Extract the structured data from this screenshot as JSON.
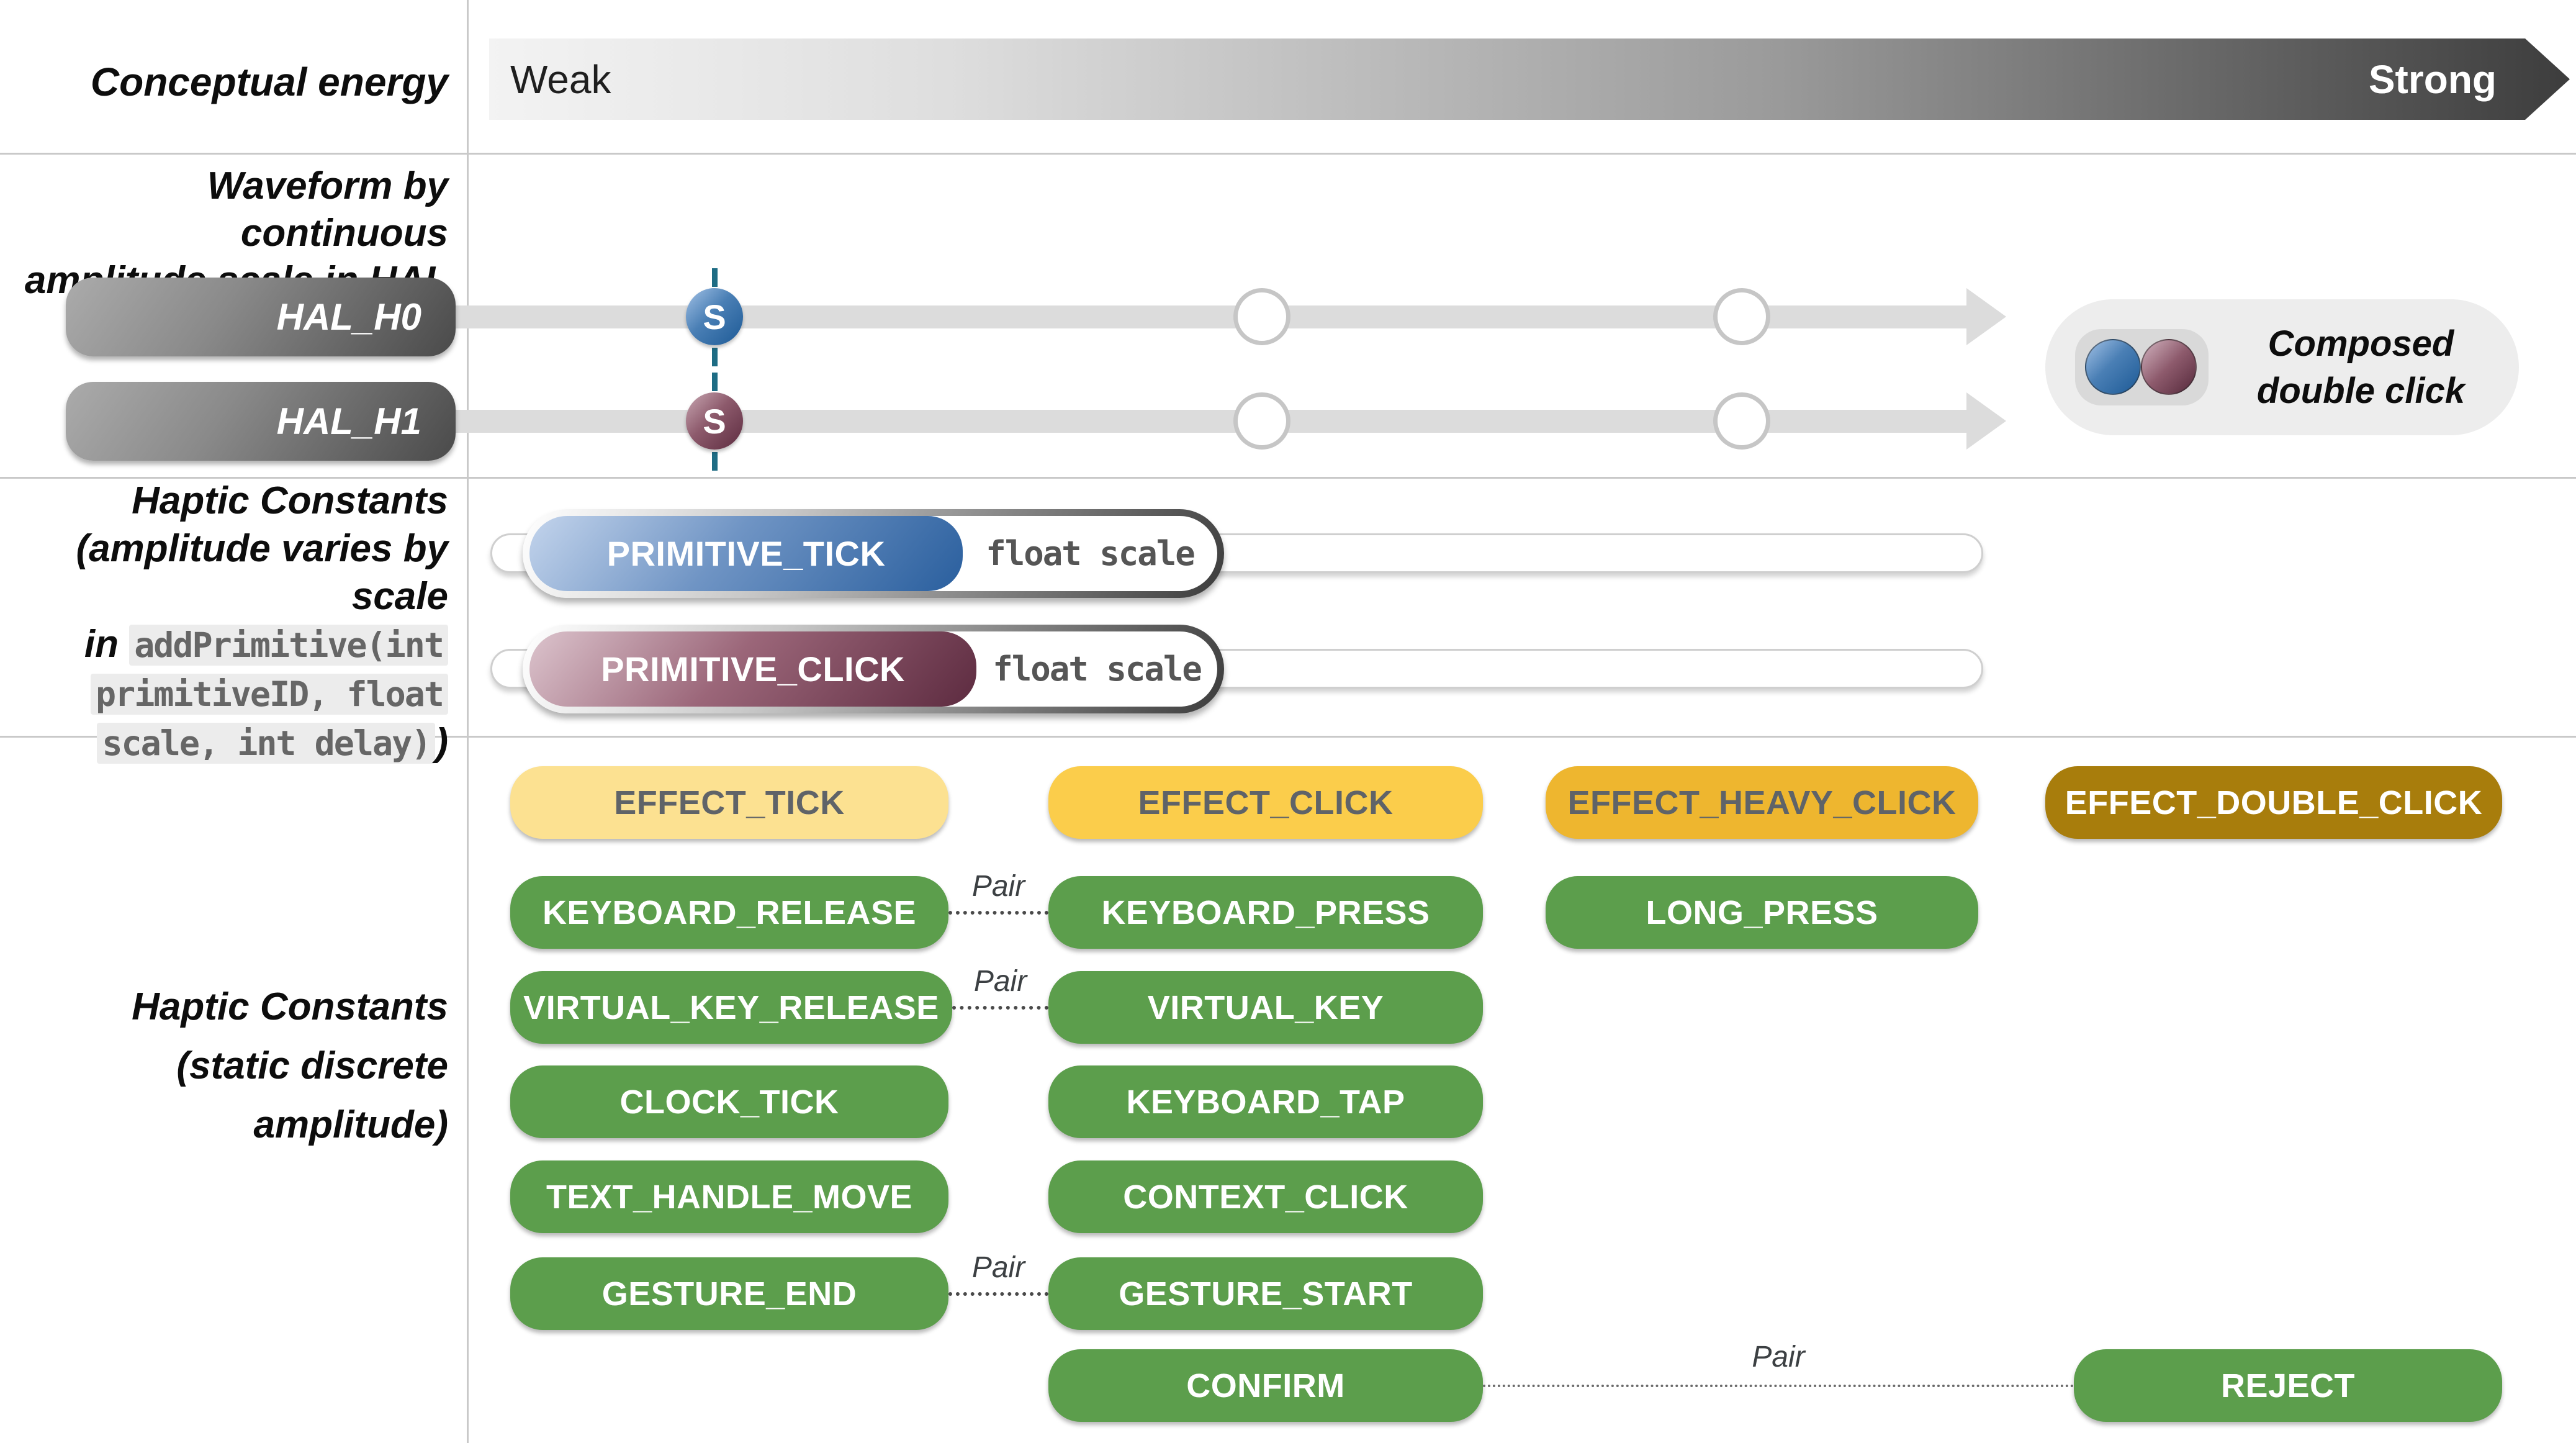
{
  "palette": {
    "green": "#5c9e4c",
    "yellow_light": "#fce191",
    "yellow": "#fbcd4b",
    "amber": "#eeb62f",
    "gold_dark": "#a87d0c",
    "blue_dark": "#1d5a96",
    "maroon_dark": "#5d2c40",
    "teal_dash": "#1e6c84",
    "track_gray": "#dcdcdc"
  },
  "energy": {
    "label": "Conceptual energy",
    "weak": "Weak",
    "strong": "Strong"
  },
  "hal": {
    "label_line1": "Waveform by continuous",
    "label_line2": "amplitude scale in HAL",
    "rows": [
      {
        "name": "HAL_H0"
      },
      {
        "name": "HAL_H1"
      }
    ],
    "marker_letter": "S",
    "composed_line1": "Composed",
    "composed_line2": "double click"
  },
  "primitives": {
    "label_line1": "Haptic Constants",
    "label_line2": "(amplitude varies by scale",
    "label_line3_plain": "in",
    "label_line3_code": "addPrimitive(int",
    "label_line4_code": "primitiveID, float",
    "label_line5_code": "scale, int delay)",
    "label_line5_close": ")",
    "rows": [
      {
        "label": "PRIMITIVE_TICK",
        "param": "float scale"
      },
      {
        "label": "PRIMITIVE_CLICK",
        "param": "float scale"
      }
    ]
  },
  "constants": {
    "label_line1": "Haptic Constants",
    "label_line2": "(static discrete",
    "label_line3": "amplitude)",
    "pair": "Pair",
    "pills": {
      "effect_tick": "EFFECT_TICK",
      "effect_click": "EFFECT_CLICK",
      "effect_heavy_click": "EFFECT_HEAVY_CLICK",
      "effect_double_click": "EFFECT_DOUBLE_CLICK",
      "keyboard_release": "KEYBOARD_RELEASE",
      "keyboard_press": "KEYBOARD_PRESS",
      "long_press": "LONG_PRESS",
      "virtual_key_release": "VIRTUAL_KEY_RELEASE",
      "virtual_key": "VIRTUAL_KEY",
      "clock_tick": "CLOCK_TICK",
      "keyboard_tap": "KEYBOARD_TAP",
      "text_handle_move": "TEXT_HANDLE_MOVE",
      "context_click": "CONTEXT_CLICK",
      "gesture_end": "GESTURE_END",
      "gesture_start": "GESTURE_START",
      "confirm": "CONFIRM",
      "reject": "REJECT"
    }
  }
}
